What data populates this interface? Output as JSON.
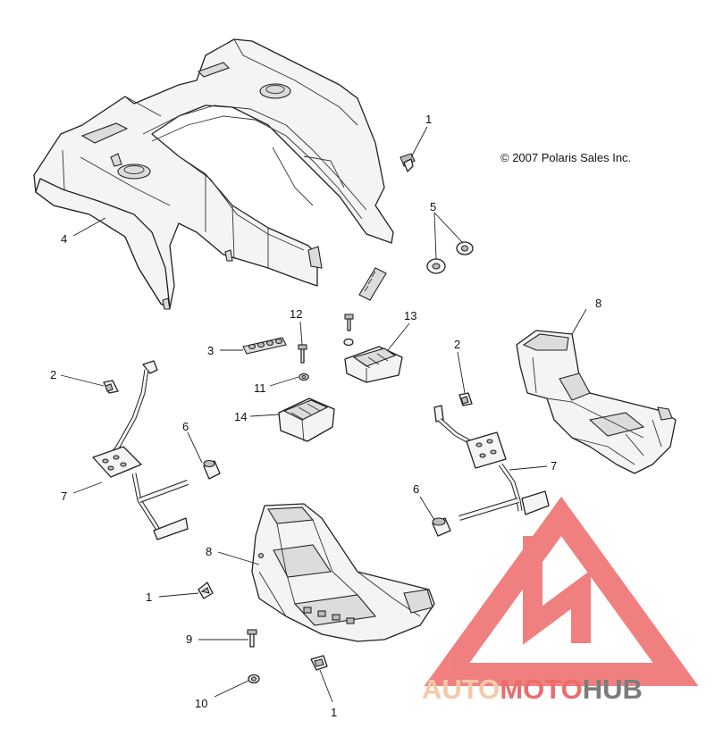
{
  "copyright": "© 2007 Polaris Sales Inc.",
  "watermark": {
    "part1": "AUTO",
    "part2": "MOTO",
    "part3": "HUB",
    "color_light": "#f5c9a8",
    "color_red": "#ee6b6b",
    "color_gray": "#7c7c7c"
  },
  "callouts": {
    "c1a": "1",
    "c1b": "1",
    "c1c": "1",
    "c2a": "2",
    "c2b": "2",
    "c3": "3",
    "c4": "4",
    "c5": "5",
    "c6a": "6",
    "c6b": "6",
    "c7a": "7",
    "c7b": "7",
    "c8a": "8",
    "c8b": "8",
    "c9": "9",
    "c10": "10",
    "c11": "11",
    "c12": "12",
    "c13": "13",
    "c14": "14"
  }
}
